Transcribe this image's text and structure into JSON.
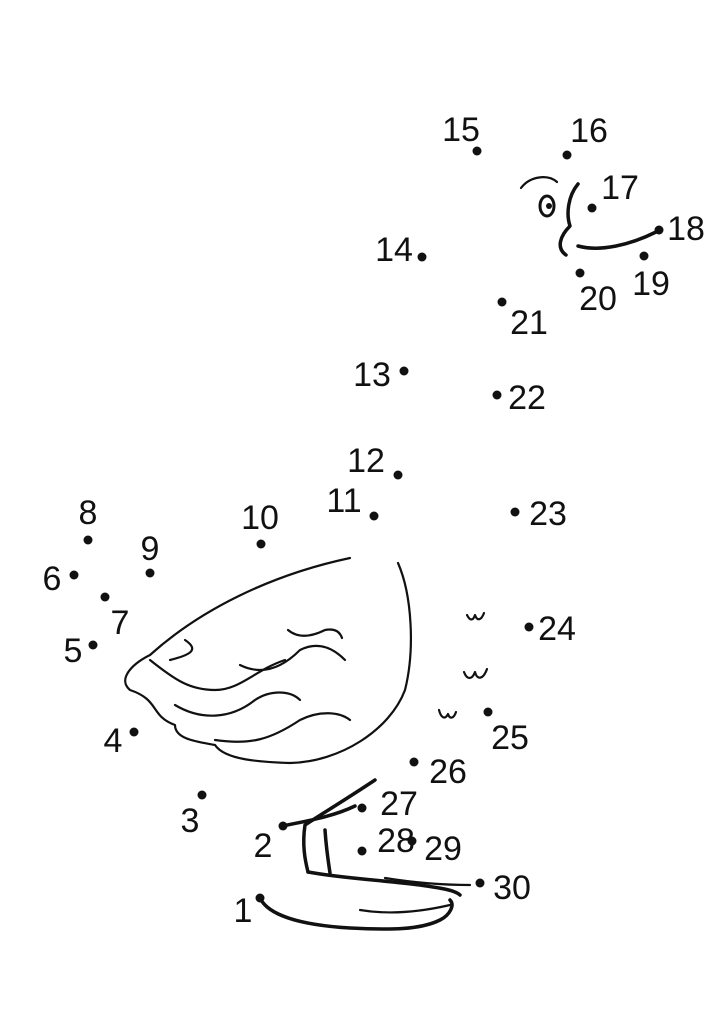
{
  "worksheet": {
    "dot_labels": [
      "1",
      "2",
      "3",
      "4",
      "5",
      "6",
      "7",
      "8",
      "9",
      "10",
      "11",
      "12",
      "13",
      "14",
      "15",
      "16",
      "17",
      "18",
      "19",
      "20",
      "21",
      "22",
      "23",
      "24",
      "25",
      "26",
      "27",
      "28",
      "29",
      "30"
    ],
    "ink_color": "#111111"
  }
}
